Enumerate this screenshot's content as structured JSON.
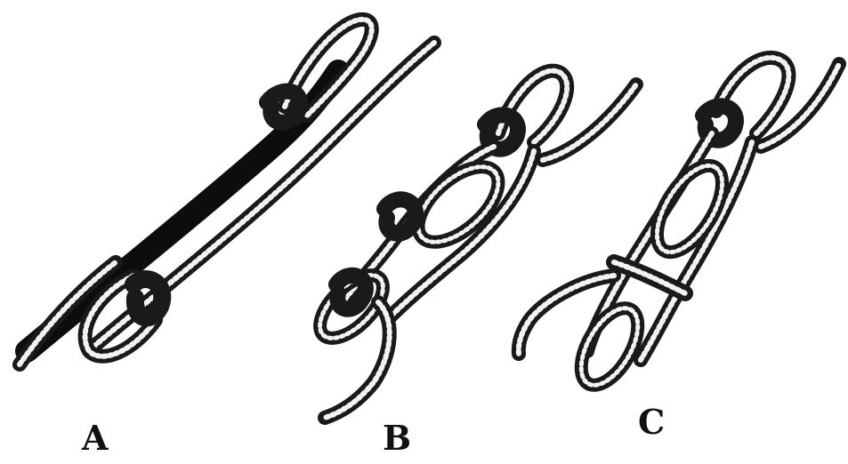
{
  "figure": {
    "panels": [
      {
        "label": "A"
      },
      {
        "label": "B"
      },
      {
        "label": "C"
      }
    ]
  },
  "colors": {
    "rope_outline": "#1a1a1a",
    "rope_highlight": "#f2f2f2",
    "label_text": "#111111",
    "background": "#ffffff"
  }
}
